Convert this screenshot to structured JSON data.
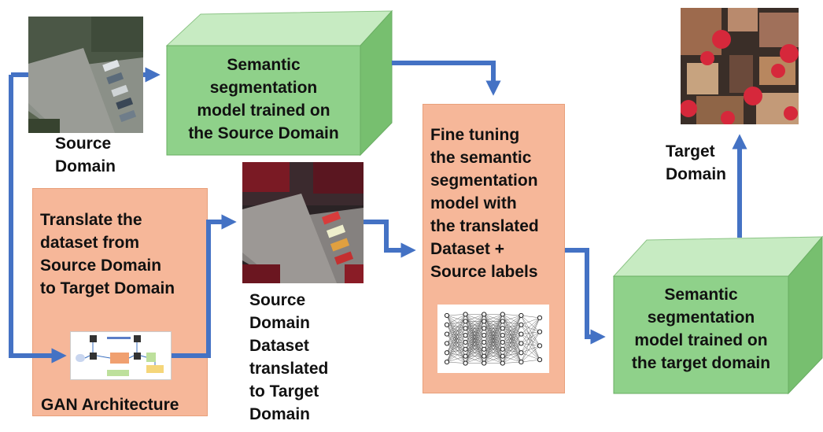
{
  "labels": {
    "source_domain": "Source\nDomain",
    "semantic_source": "Semantic\nsegmentation\nmodel trained on\nthe Source Domain",
    "translate": "Translate the\ndataset from\nSource Domain\nto Target Domain",
    "gan": "GAN Architecture",
    "translated_dataset": "Source\nDomain\nDataset\ntranslated\nto Target\nDomain",
    "fine_tuning": "Fine tuning\nthe semantic\nsegmentation\nmodel with\nthe translated\nDataset +\nSource labels",
    "target_domain": "Target\nDomain",
    "semantic_target": "Semantic\nsegmentation\nmodel trained on\nthe target domain"
  },
  "colors": {
    "arrow": "#4472c4",
    "cube_front": "#8fd18a",
    "cube_top": "#c7ebc2",
    "cube_side": "#77bf6f",
    "orange_box": "#f6b799",
    "target_red": "#d6283b"
  }
}
